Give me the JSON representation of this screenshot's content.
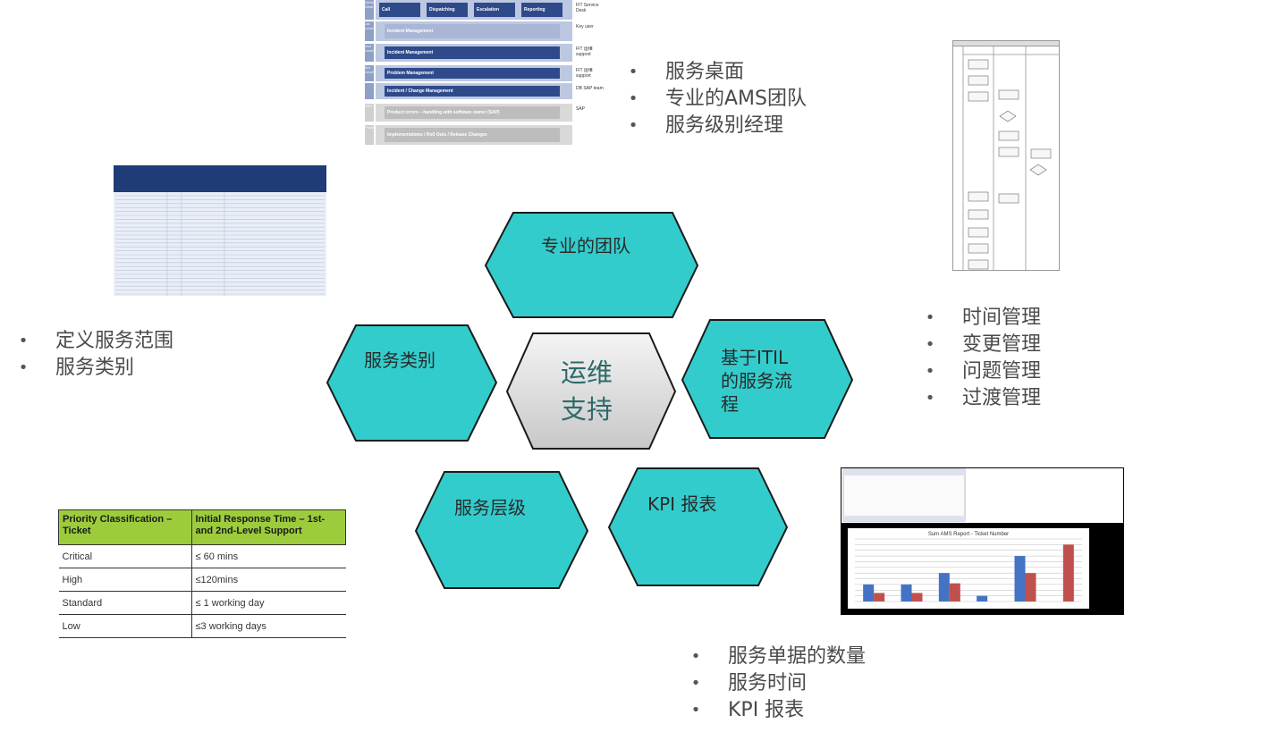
{
  "center": {
    "line1": "运维",
    "line2": "支持"
  },
  "hexes": {
    "team": "专业的团队",
    "category": "服务类别",
    "itil_line1": "基于ITIL",
    "itil_line2": "的服务流",
    "itil_line3": "程",
    "level": "服务层级",
    "kpi": "KPI 报表"
  },
  "bullets_top": [
    "服务桌面",
    "专业的AMS团队",
    "服务级别经理"
  ],
  "bullets_left": [
    "定义服务范围",
    "服务类别"
  ],
  "bullets_right": [
    "时间管理",
    "变更管理",
    "问题管理",
    "过渡管理"
  ],
  "bullets_bottom": [
    "服务单据的数量",
    "服务时间",
    "KPI 报表"
  ],
  "bullet_glyph": "•",
  "colors": {
    "hex_fill": "#33cccc",
    "hex_stroke": "#1a1a1a",
    "center_fill": "#d9d9d9",
    "table_header": "#9ccc3c",
    "band_dark": "#2f4a8a"
  },
  "org_chart": {
    "rows": [
      {
        "side": "Service Desk",
        "boxes": [
          "Call",
          "Dispatching",
          "Escalation",
          "Reporting"
        ],
        "note": "FIT Service Desk"
      },
      {
        "side": "1st Level",
        "boxes": [
          "Incident Management"
        ],
        "note": "Key user"
      },
      {
        "side": "2nd Level",
        "boxes": [
          "Incident Management"
        ],
        "note": "FIT 运维 support"
      },
      {
        "side": "3rd Level",
        "boxes": [
          "Problem Management"
        ],
        "note": "FIT 运维 support"
      },
      {
        "side": "",
        "boxes": [
          "Incident / Change Management"
        ],
        "note": "DB SAP team"
      },
      {
        "side": "SAP",
        "boxes": [
          "Product errors – handling with software owner (SAP)"
        ],
        "note": "SAP"
      },
      {
        "side": "Projects",
        "boxes": [
          "Implementations / Roll Outs / Release Changes"
        ],
        "note": ""
      }
    ]
  },
  "priority_table": {
    "header": [
      "Priority Classification – Ticket",
      "Initial Response Time – 1st-and 2nd-Level Support"
    ],
    "rows": [
      [
        "Critical",
        "≤ 60 mins"
      ],
      [
        "High",
        "≤120mins"
      ],
      [
        "Standard",
        "≤ 1 working day"
      ],
      [
        "Low",
        "≤3 working days"
      ]
    ]
  },
  "kpi_chart": {
    "type": "bar",
    "title": "Sum AMS Report - Ticket Number",
    "series": [
      {
        "name": "",
        "values": [
          3,
          3,
          5,
          1,
          8,
          0
        ],
        "color": "#4472c4"
      },
      {
        "name": "",
        "values": [
          1.5,
          1.5,
          3.2,
          0,
          5,
          10
        ],
        "color": "#c0504d"
      }
    ],
    "ylim": [
      0,
      11
    ]
  }
}
